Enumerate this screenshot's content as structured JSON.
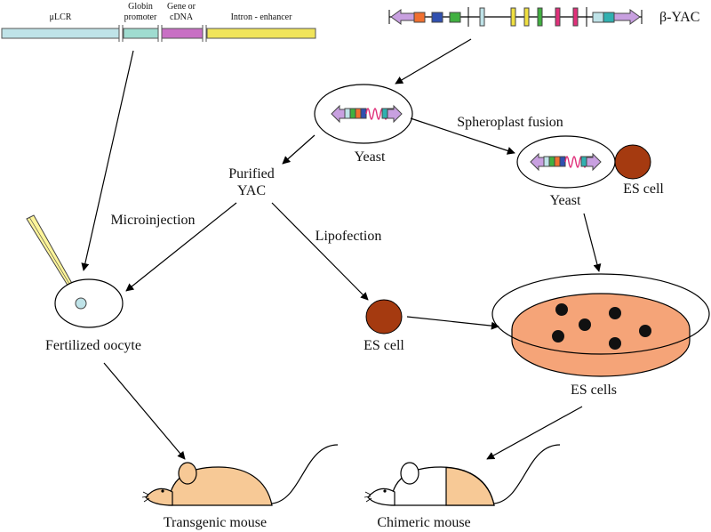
{
  "construct": {
    "segments": [
      "μLCR",
      "Globin",
      "promoter",
      "Gene or",
      "cDNA",
      "Intron - enhancer"
    ],
    "colors": {
      "lcr": "#bfe3e8",
      "promoter": "#9fdcd0",
      "gene": "#c86fc4",
      "intron": "#f0e45a"
    }
  },
  "yac_label": "β-YAC",
  "labels": {
    "yeast": "Yeast",
    "spheroplast_fusion": "Spheroplast fusion",
    "yeast_fused": "Yeast",
    "es_cell_fused": "ES cell",
    "purified_line1": "Purified",
    "purified_line2": "YAC",
    "microinjection": "Microinjection",
    "lipofection": "Lipofection",
    "fertilized_oocyte": "Fertilized oocyte",
    "es_cell": "ES cell",
    "es_cells": "ES cells",
    "transgenic_mouse": "Transgenic mouse",
    "chimeric_mouse": "Chimeric mouse"
  },
  "colors": {
    "es_cell": "#a53a10",
    "dish": "#f5a478",
    "mouse": "#f7c996",
    "arm_purple": "#c8a0e0",
    "gene_orange": "#f07030",
    "gene_blue": "#3050b0",
    "gene_green": "#40b040",
    "gene_pink": "#e0307a",
    "gene_teal": "#30b0b0",
    "gene_yellow": "#f0e040",
    "loop_pink": "#e0307a"
  }
}
